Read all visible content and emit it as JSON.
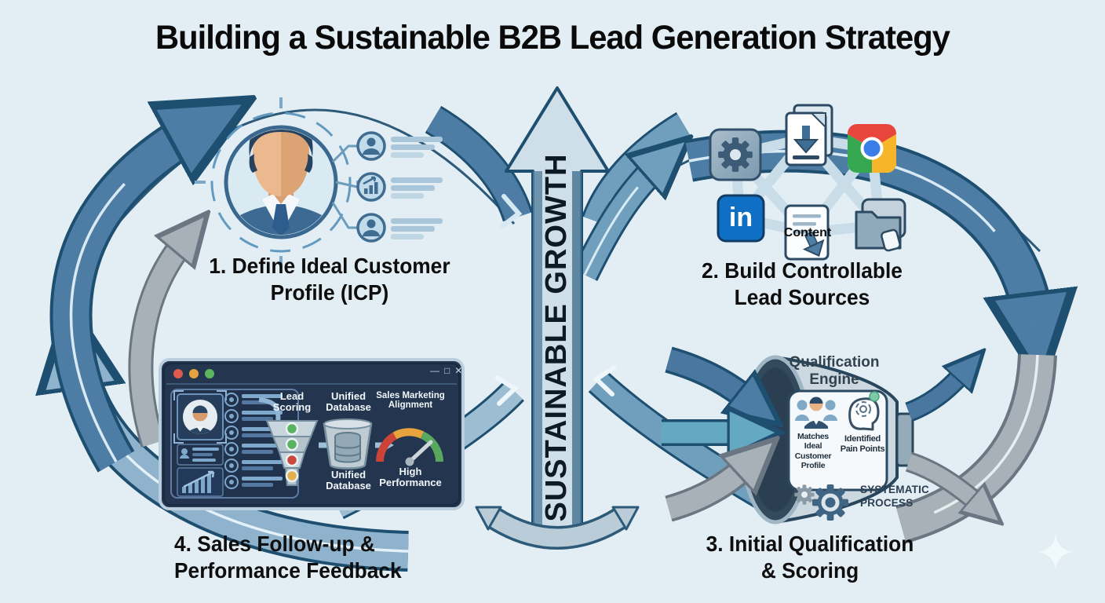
{
  "title": "Building a Sustainable B2B Lead Generation Strategy",
  "center": {
    "banner": "SUSTAINABLE GROWTH"
  },
  "step1": {
    "heading1": "1. Define Ideal Customer",
    "heading2": "Profile (ICP)"
  },
  "step2": {
    "heading1": "2. Build Controllable",
    "heading2": "Lead Sources",
    "content_label": "Content",
    "linkedin_glyph": "in"
  },
  "step3": {
    "heading1": "3. Initial Qualification",
    "heading2": "& Scoring",
    "engine1": "Qualification",
    "engine2": "Engine",
    "card1_l1": "Matches Ideal",
    "card1_l2": "Customer",
    "card1_l3": "Profile",
    "card2_l1": "Identified",
    "card2_l2": "Pain Points",
    "process1": "SYSTEMATIC",
    "process2": "PROCESS"
  },
  "step4": {
    "heading1": "4. Sales Follow-up &",
    "heading2": "Performance Feedback",
    "dash": {
      "min": "—",
      "max": "□",
      "close": "✕",
      "lead1": "Lead",
      "lead2": "Scoring",
      "db1": "Unified",
      "db2": "Database",
      "align1": "Sales Marketing",
      "align2": "Alignment",
      "dbcap1": "Unified",
      "dbcap2": "Database",
      "perf1": "High",
      "perf2": "Performance"
    }
  },
  "icons": {
    "gear": "gear-icon",
    "document_download": "download-document-icon",
    "chrome": "chrome-browser-icon",
    "linkedin": "linkedin-icon",
    "content_document": "content-document-icon",
    "folder": "folder-icon",
    "avatar": "businessman-avatar-icon",
    "people_group": "people-group-icon",
    "head_insight": "insight-head-icon",
    "funnel": "funnel-icon",
    "database": "database-icon",
    "gauge": "performance-gauge-icon",
    "sparkle": "sparkle-icon"
  },
  "colors": {
    "background": "#e3eef4",
    "arrow_dark": "#4d7da4",
    "arrow_light": "#8fb3cc",
    "arrow_teal": "#6f9fbd",
    "arrow_gray": "#a8b0b8",
    "outline": "#1e4f70",
    "banner_fill": "#cfdfe9",
    "dashboard_bg": "#24364f",
    "linkedin_blue": "#0e6fc4",
    "gauge_red": "#cc4437",
    "gauge_orange": "#e8a33d",
    "gauge_green": "#57a85c"
  }
}
